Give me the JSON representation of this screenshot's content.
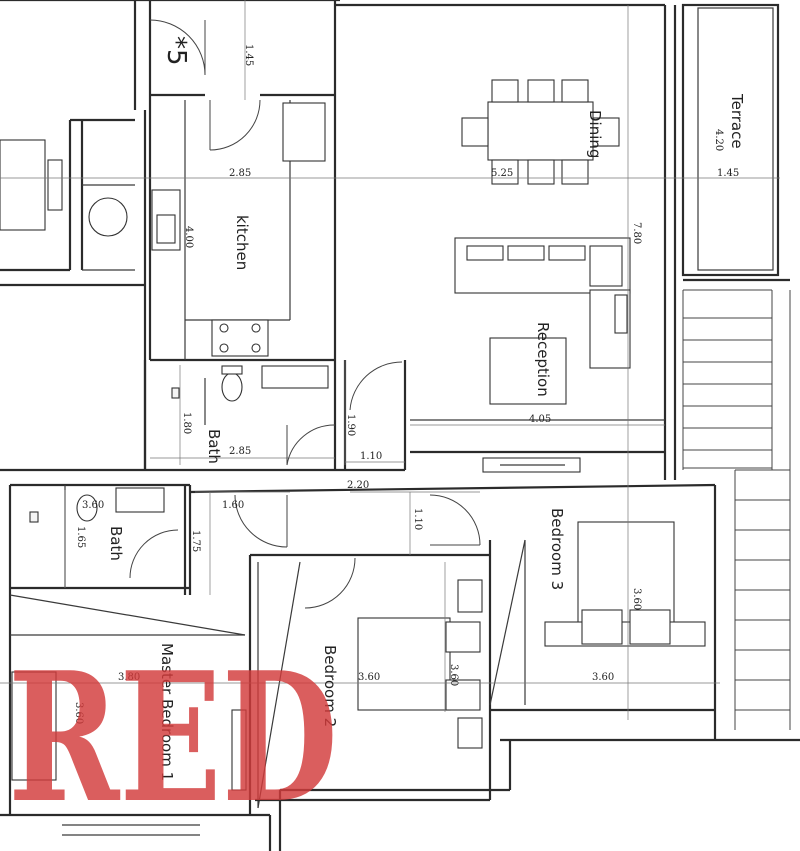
{
  "plan": {
    "unit_marker": "*5",
    "rooms": {
      "dining": "Dining",
      "terrace": "Terrace",
      "kitchen": "kitchen",
      "reception": "Reception",
      "bath_1": "Bath",
      "bath_2": "Bath",
      "bedroom_3": "Bedroom 3",
      "bedroom_2": "Bedroom 2",
      "master_bedroom": "Master Bedroom 1"
    },
    "dimensions": {
      "d_1_45": "1.45",
      "d_2_85_top": "2.85",
      "d_5_25": "5.25",
      "d_1_45_terrace": "1.45",
      "d_4_20": "4.20",
      "d_4_00": "4.00",
      "d_7_80": "7.80",
      "d_4_05": "4.05",
      "d_1_80": "1.80",
      "d_2_85_bath": "2.85",
      "d_1_90": "1.90",
      "d_1_10_hall": "1.10",
      "d_2_20": "2.20",
      "d_3_60_bath": "3.60",
      "d_1_60": "1.60",
      "d_1_10_bed": "1.10",
      "d_1_65": "1.65",
      "d_1_75": "1.75",
      "d_3_60_bed3_v": "3.60",
      "d_3_80": "3.80",
      "d_3_60_master_v": "3.60",
      "d_3_60_bed2_h": "3.60",
      "d_3_60_bed2_v": "3.60",
      "d_3_60_bed3_h": "3.60"
    }
  },
  "logo": {
    "text": "RED",
    "color": "#d33b3b"
  }
}
